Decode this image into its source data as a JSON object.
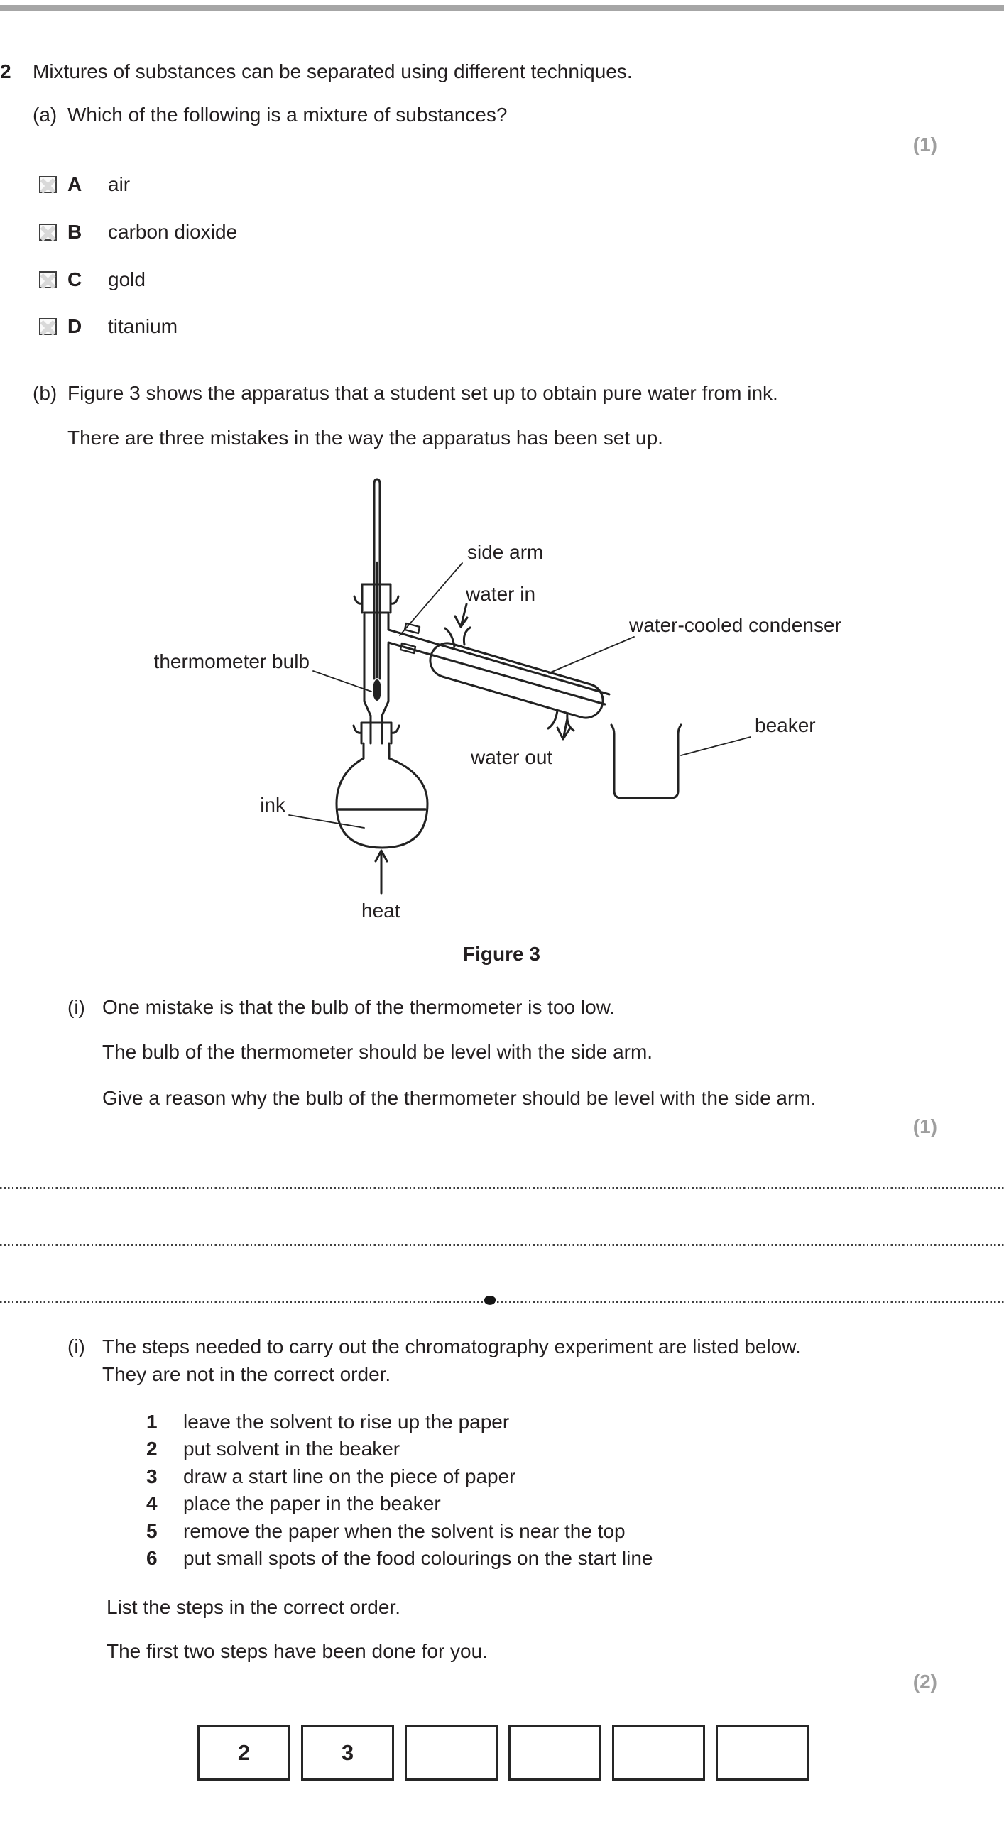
{
  "colors": {
    "top_bar": "#a6a6a6",
    "marks_gray": "#9e9e9e",
    "text": "#231f20"
  },
  "page": {
    "question_number": "2",
    "question_intro": "Mixtures of substances can be separated using different techniques.",
    "part_a": {
      "label": "(a)",
      "prompt": "Which of the following is a mixture of substances?",
      "marks": "(1)",
      "options": [
        {
          "letter": "A",
          "text": "air"
        },
        {
          "letter": "B",
          "text": "carbon dioxide"
        },
        {
          "letter": "C",
          "text": "gold"
        },
        {
          "letter": "D",
          "text": "titanium"
        }
      ]
    },
    "part_b": {
      "label": "(b)",
      "intro1": "Figure 3 shows the apparatus that a student set up to obtain pure water from ink.",
      "intro2": "There are three mistakes in the way the apparatus has been set up.",
      "figure": {
        "caption": "Figure 3",
        "labels": {
          "side_arm": "side arm",
          "water_in": "water in",
          "condenser": "water-cooled condenser",
          "thermometer_bulb": "thermometer bulb",
          "water_out": "water out",
          "beaker": "beaker",
          "ink": "ink",
          "heat": "heat"
        }
      },
      "part_i": {
        "label": "(i)",
        "line1": "One mistake is that the bulb of the thermometer is too low.",
        "line2": "The bulb of the thermometer should be level with the side arm.",
        "line3": "Give a reason why the bulb of the thermometer should be level with the side arm.",
        "marks": "(1)"
      }
    },
    "part_c_i": {
      "label": "(i)",
      "intro_line1": "The steps needed to carry out the chromatography experiment are listed below.",
      "intro_line2": "They are not in the correct order.",
      "steps": [
        {
          "num": "1",
          "text": "leave the solvent to rise up the paper"
        },
        {
          "num": "2",
          "text": "put solvent in the beaker"
        },
        {
          "num": "3",
          "text": "draw a start line on the piece of paper"
        },
        {
          "num": "4",
          "text": "place the paper in the beaker"
        },
        {
          "num": "5",
          "text": "remove the paper when the solvent is near the top"
        },
        {
          "num": "6",
          "text": "put small spots of the food colourings on the start line"
        }
      ],
      "instruction1": "List the steps in the correct order.",
      "instruction2": "The first two steps have been done for you.",
      "marks": "(2)",
      "answer_boxes": [
        "2",
        "3",
        "",
        "",
        "",
        ""
      ]
    }
  }
}
